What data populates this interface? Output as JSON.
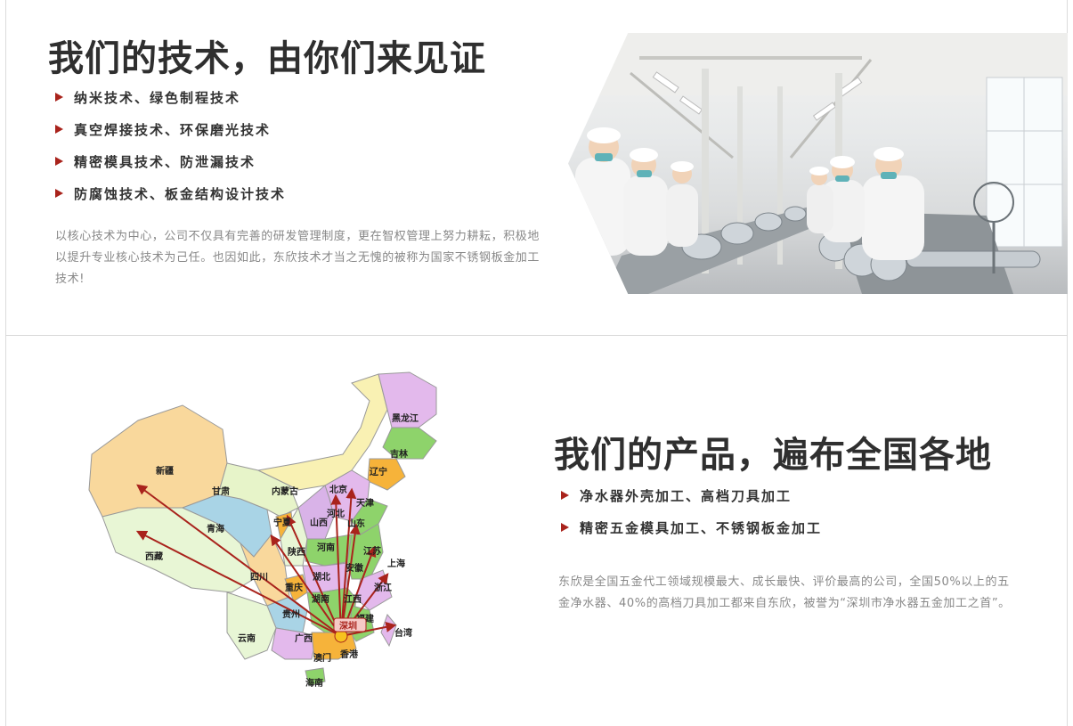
{
  "section1": {
    "title": "我们的技术，由你们来见证",
    "bullets": [
      "纳米技术、绿色制程技术",
      "真空焊接技术、环保磨光技术",
      "精密模具技术、防泄漏技术",
      "防腐蚀技术、板金结构设计技术"
    ],
    "paragraph": "以核心技术为中心，公司不仅具有完善的研发管理制度，更在智权管理上努力耕耘，积极地以提升专业核心技术为己任。也因如此，东欣技术才当之无愧的被称为国家不锈钢板金加工技术!"
  },
  "section2": {
    "title": "我们的产品，遍布全国各地",
    "bullets": [
      "净水器外壳加工、高档刀具加工",
      "精密五金模具加工、不锈钢板金加工"
    ],
    "paragraph": "东欣是全国五金代工领域规模最大、成长最快、评价最高的公司，全国50%以上的五金净水器、40%的高档刀具加工都来自东欣，被誉为“深圳市净水器五金加工之首”。"
  },
  "map": {
    "hub": "深圳",
    "regions": [
      "黑龙江",
      "吉林",
      "辽宁",
      "新疆",
      "甘肃",
      "内蒙古",
      "北京",
      "天津",
      "河北",
      "山西",
      "山东",
      "宁夏",
      "青海",
      "陕西",
      "河南",
      "江苏",
      "上海",
      "西藏",
      "四川",
      "重庆",
      "湖北",
      "安徽",
      "浙江",
      "湖南",
      "江西",
      "福建",
      "贵州",
      "台湾",
      "云南",
      "广西",
      "香港",
      "澳门",
      "海南"
    ]
  },
  "colors": {
    "accent": "#a9231c",
    "title": "#2f2f2f",
    "body_text": "#888888"
  }
}
